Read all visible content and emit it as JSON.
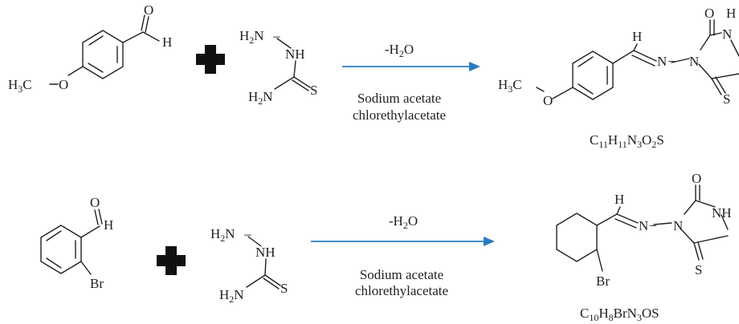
{
  "atoms": {
    "H": "H",
    "O": "O",
    "N": "N",
    "NH": "NH",
    "S": "S",
    "Br": "Br",
    "C": "C",
    "dash": "−",
    "dash2": "–",
    "two": "2",
    "three": "3",
    "eleven": "11",
    "ten": "10",
    "eight": "8"
  },
  "conditions": {
    "minus": "-",
    "reagent": "Sodium acetate",
    "solvent": "chlorethylacetate"
  },
  "formulas": {
    "product1": {
      "rest": "S"
    },
    "product2": {
      "rest": "BrN",
      "tail": "OS"
    }
  },
  "colors": {
    "ink": "#231f20",
    "arrow": "#2a7bbf",
    "plus": "#111111"
  }
}
